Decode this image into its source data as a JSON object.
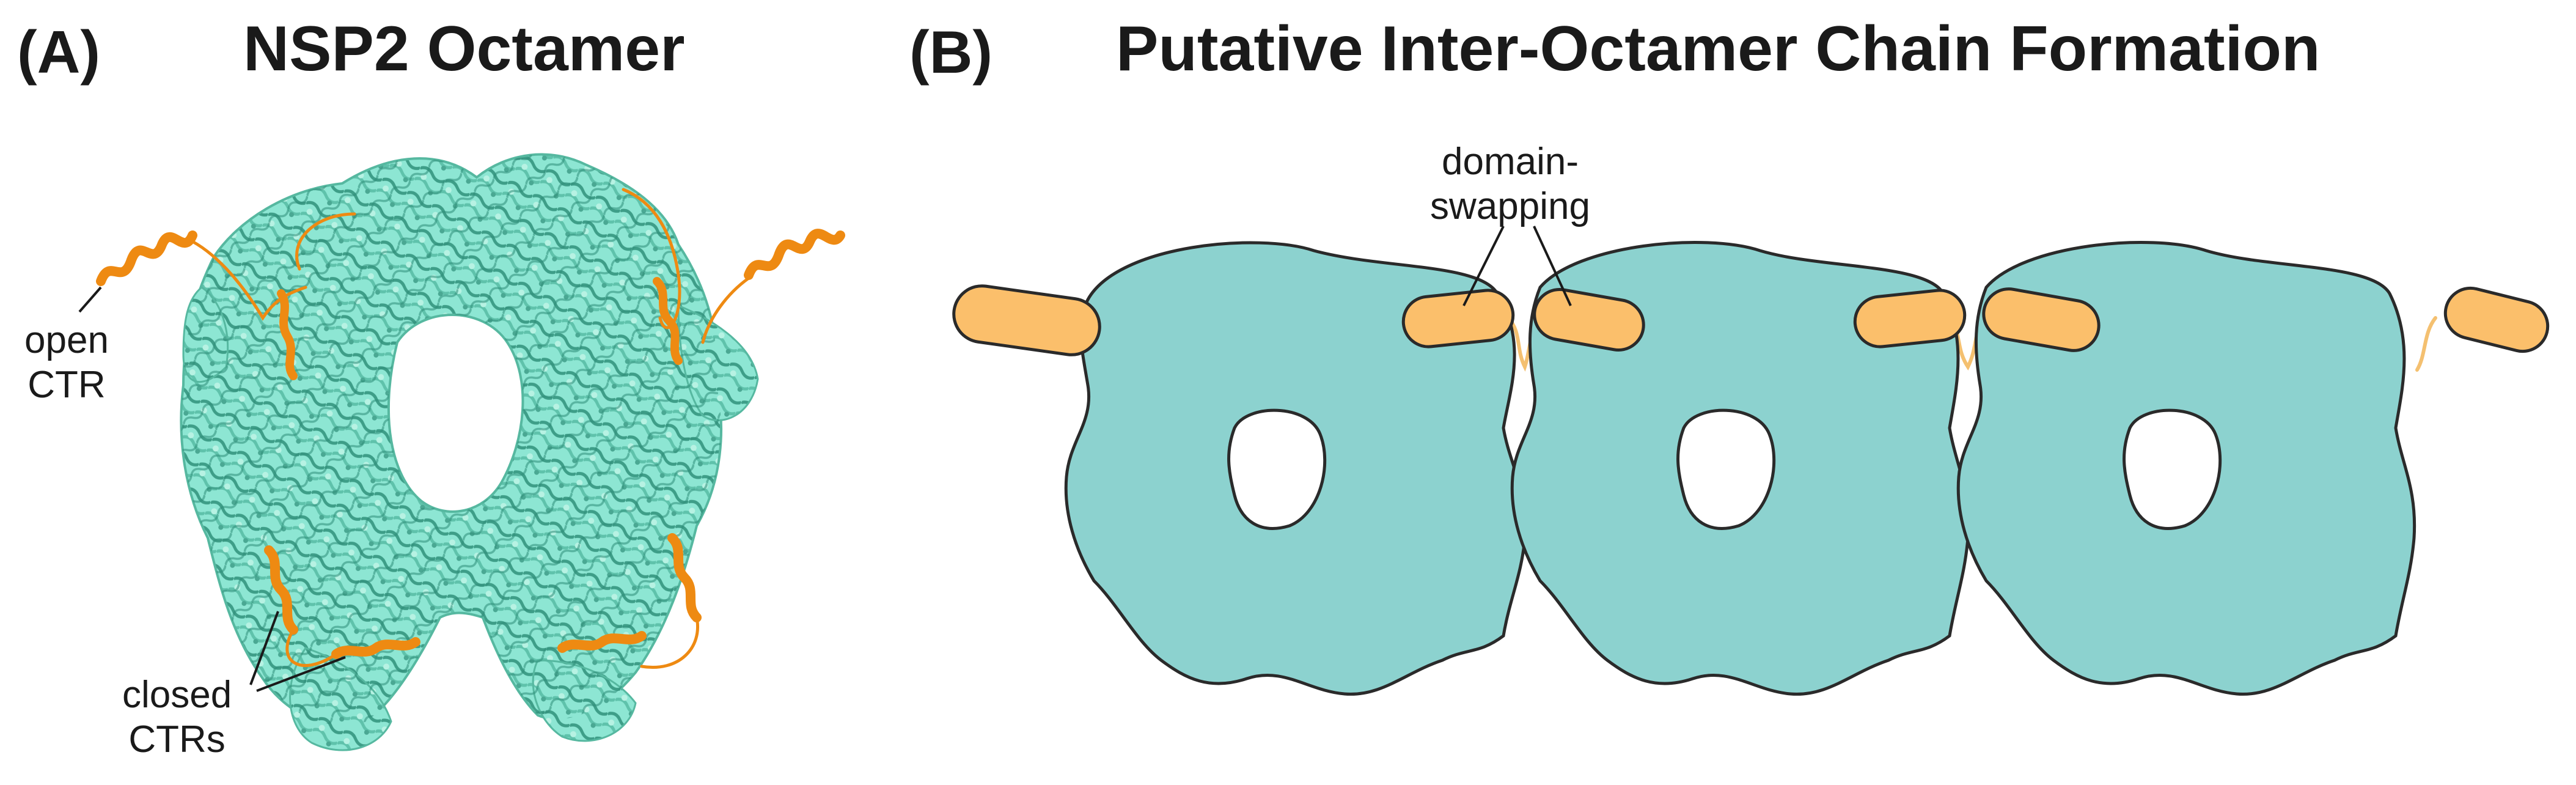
{
  "panel_a": {
    "letter": "(A)",
    "title": "NSP2 Octamer",
    "labels": {
      "open_ctr": [
        "open",
        "CTR"
      ],
      "closed_ctrs": [
        "closed",
        "CTRs"
      ]
    }
  },
  "panel_b": {
    "letter": "(B)",
    "title": "Putative Inter-Octamer Chain Formation",
    "labels": {
      "domain_swapping": [
        "domain-",
        "swapping"
      ]
    }
  },
  "colors": {
    "protein_body": "#7fe0cc",
    "protein_dark": "#2f8f7a",
    "ctr_orange": "#ee8a12",
    "octamer_fill": "#8cd2cf",
    "octamer_stroke": "#2a2a2a",
    "ctr_capsule": "#fbbf6b",
    "linker": "#f4c070"
  }
}
